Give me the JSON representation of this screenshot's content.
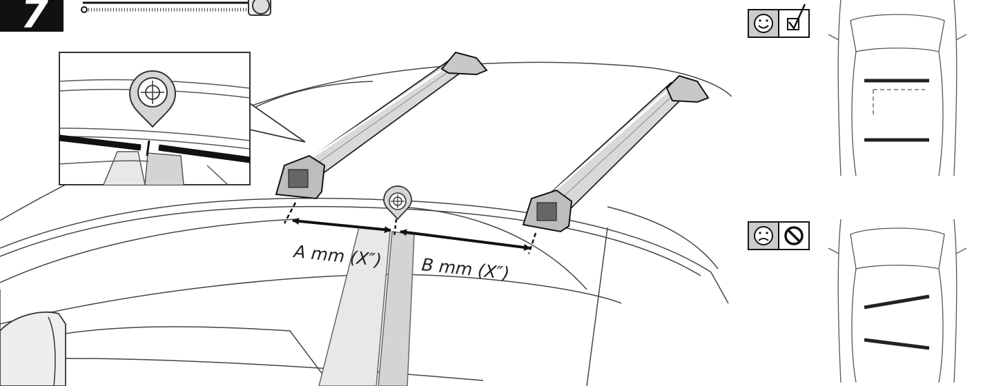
{
  "step": {
    "number": "7"
  },
  "measurements": {
    "label_a": "A mm (X″)",
    "label_b": "B mm (X″)"
  },
  "panels": {
    "correct": {
      "face": "smiley-face-icon",
      "mark": "checked-box-icon"
    },
    "incorrect": {
      "face": "frowny-face-icon",
      "mark": "prohibited-icon"
    }
  },
  "colors": {
    "line": "#333333",
    "bar": "#d9d9d9",
    "highlight": "#cfcfcf",
    "box": "#cccccc"
  }
}
